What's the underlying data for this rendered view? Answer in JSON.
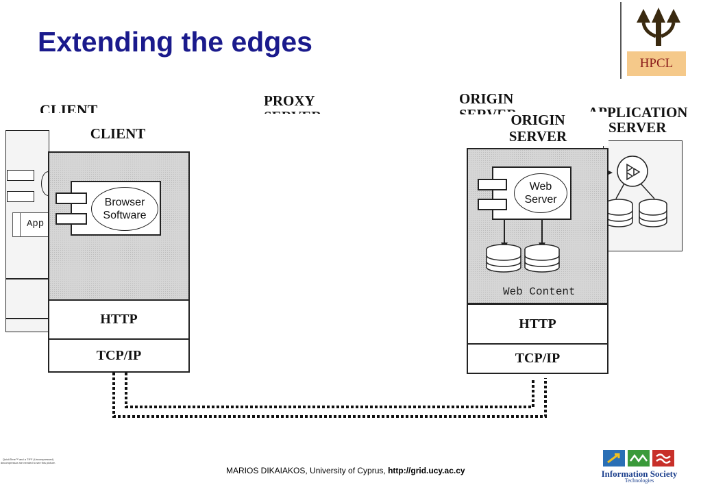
{
  "title": "Extending the edges",
  "logo": {
    "text": "HPCL"
  },
  "faded": {
    "client_label": "CLIENT",
    "proxy_label_1": "PROXY",
    "proxy_label_2": "SERVER",
    "origin_label_1": "ORIGIN",
    "origin_label_2": "SERVER",
    "app_label_1": "APPLICATION",
    "app_label_2": "SERVER",
    "app_field_text": "App"
  },
  "client": {
    "label": "CLIENT",
    "component": "Browser Software",
    "layers": [
      "HTTP",
      "TCP/IP"
    ]
  },
  "origin": {
    "label_1": "ORIGIN",
    "label_2": "SERVER",
    "component": "Web Server",
    "content_label": "Web Content",
    "layers": [
      "HTTP",
      "TCP/IP"
    ]
  },
  "footer": {
    "author": "MARIOS DIKAIAKOS, University of Cyprus,",
    "url": "http://grid.ucy.ac.cy"
  },
  "quicktime_note": "QuickTime™ and a TIFF (Uncompressed) decompressor are needed to see this picture.",
  "brand": {
    "line1": "Information Society",
    "line2": "Technologies"
  }
}
